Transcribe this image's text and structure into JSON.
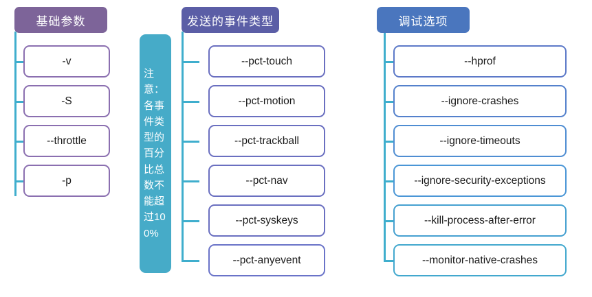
{
  "diagram": {
    "title_colors": {
      "column1_header": "#7D6499",
      "column2_header": "#5B5EA6",
      "column3_header": "#4A76BE",
      "connector": "#3FAECD",
      "note_fill": "#46ABC8",
      "column1_border": "#8B6FB0",
      "column2_border": "#6A6FC0",
      "column3_border": "#5B9BD5"
    },
    "columns": [
      {
        "header": "基础参数",
        "items": [
          {
            "label": "-v"
          },
          {
            "label": "-S"
          },
          {
            "label": "--throttle"
          },
          {
            "label": "-p"
          }
        ]
      },
      {
        "header": "发送的事件类型",
        "items": [
          {
            "label": "--pct-touch"
          },
          {
            "label": "--pct-motion"
          },
          {
            "label": "--pct-trackball"
          },
          {
            "label": "--pct-nav"
          },
          {
            "label": "--pct-syskeys"
          },
          {
            "label": "--pct-anyevent"
          }
        ]
      },
      {
        "header": "调试选项",
        "items": [
          {
            "label": "--hprof"
          },
          {
            "label": "--ignore-crashes"
          },
          {
            "label": "--ignore-timeouts"
          },
          {
            "label": "--ignore-security-exceptions"
          },
          {
            "label": "--kill-process-after-error"
          },
          {
            "label": "--monitor-native-crashes"
          }
        ]
      }
    ],
    "note": {
      "text": "注意：各事件类型的百分比总数不能超过100%"
    }
  }
}
